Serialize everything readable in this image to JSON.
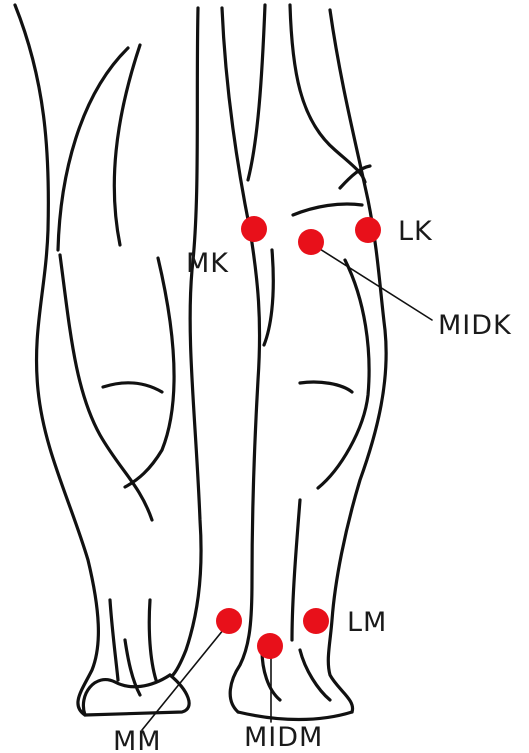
{
  "colors": {
    "marker": "#e8101a",
    "line": "#111111",
    "text": "#1a1a1a",
    "background": "#ffffff"
  },
  "labels": {
    "mk": "MK",
    "lk": "LK",
    "midk": "MIDK",
    "lm": "LM",
    "mm": "MM",
    "midm": "MIDM"
  }
}
